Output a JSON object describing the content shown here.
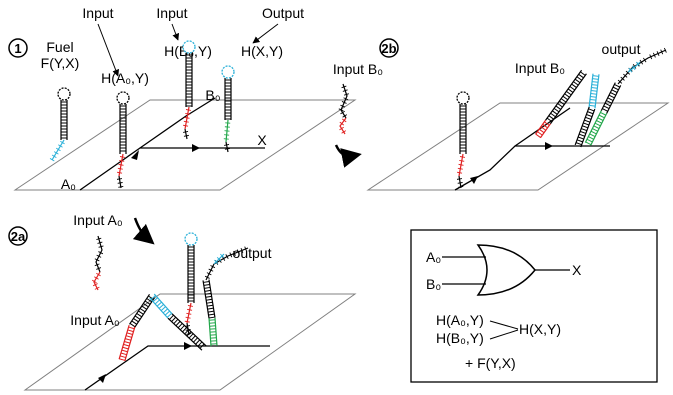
{
  "panel1": {
    "number": "1",
    "fuel": {
      "line1": "Fuel",
      "line2": "F(Y,X)"
    },
    "input_a_caption": "Input",
    "hairpin_a": "H(A₀,Y)",
    "input_b_caption": "Input",
    "hairpin_b": "H(B₀,Y)",
    "output_caption": "Output",
    "hairpin_x": "H(X,Y)",
    "track_b": "B₀",
    "track_x": "X",
    "track_a": "A₀"
  },
  "panel2a": {
    "number": "2a",
    "input_label": "Input A₀",
    "output_label": "output",
    "track_label": "Input A₀"
  },
  "panel2b": {
    "number": "2b",
    "input_label": "Input B₀",
    "output_label": "output",
    "track_label": "Input B₀"
  },
  "gate_box": {
    "input_a": "A₀",
    "input_b": "B₀",
    "output": "X",
    "eq_h_a": "H(A₀,Y)",
    "eq_h_b": "H(B₀,Y)",
    "eq_h_x": "H(X,Y)",
    "eq_fuel": "+ F(Y,X)"
  },
  "colors": {
    "strand": "#000000",
    "red_domain": "#e02020",
    "cyan_domain": "#2ab0d8",
    "green_domain": "#22a64a",
    "plane_edge": "#808080"
  }
}
